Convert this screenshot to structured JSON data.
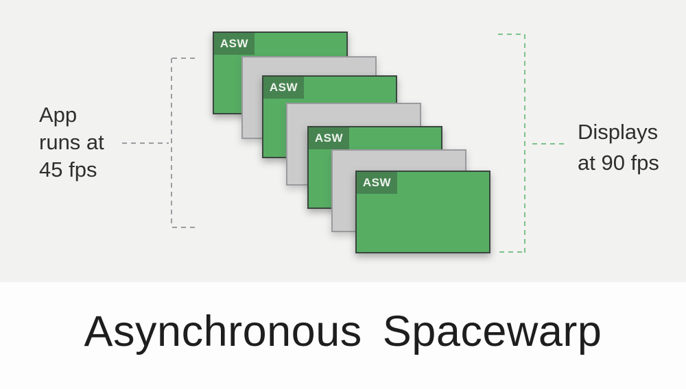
{
  "title": "Asynchronous Spacewarp",
  "annotations": {
    "left": {
      "lines": [
        "App",
        "runs at",
        "45 fps"
      ],
      "full_text": "App runs at 45 fps"
    },
    "right": {
      "lines": [
        "Displays",
        "at 90 fps"
      ],
      "full_text": "Displays at 90 fps"
    }
  },
  "frames": [
    {
      "kind": "asw-synthesized",
      "tag": "ASW"
    },
    {
      "kind": "rendered"
    },
    {
      "kind": "asw-synthesized",
      "tag": "ASW"
    },
    {
      "kind": "rendered"
    },
    {
      "kind": "asw-synthesized",
      "tag": "ASW"
    },
    {
      "kind": "rendered"
    },
    {
      "kind": "asw-synthesized",
      "tag": "ASW"
    }
  ],
  "colors": {
    "frame_green": "#57ae63",
    "tab_green": "#468350",
    "frame_gray": "#cbcbcb",
    "bracket_gray": "#9b9ba1",
    "bracket_green": "#7cc289",
    "background_top": "#f2f2f1",
    "background_bottom": "#fdfdfd"
  }
}
